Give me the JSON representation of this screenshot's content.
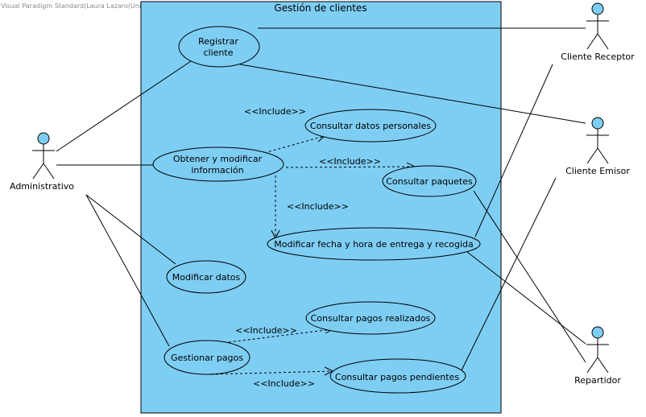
{
  "watermark": "Visual Paradigm Standard(Laura Lazaro(Universidad Granada))",
  "system": {
    "title": "Gestión de clientes"
  },
  "actors": {
    "administrativo": "Administrativo",
    "cliente_receptor": "Cliente Receptor",
    "cliente_emisor": "Cliente Emisor",
    "repartidor": "Repartidor"
  },
  "use_cases": {
    "registrar_cliente": [
      "Registrar",
      "cliente"
    ],
    "obtener_modificar": [
      "Obtener y modificar",
      "información"
    ],
    "consultar_datos_personales": "Consultar datos personales",
    "consultar_paquetes": "Consultar paquetes",
    "modificar_fecha": "Modificar fecha y hora de entrega y recogida",
    "modificar_datos": "Modificar datos",
    "gestionar_pagos": "Gestionar pagos",
    "consultar_pagos_realizados": "Consultar pagos realizados",
    "consultar_pagos_pendientes": "Consultar pagos pendientes"
  },
  "include_label": "<<Include>>",
  "colors": {
    "system_fill": "#7ecef4",
    "usecase_fill": "#7ecef4",
    "actor_fill": "#7ecef4",
    "stroke": "#000000"
  }
}
